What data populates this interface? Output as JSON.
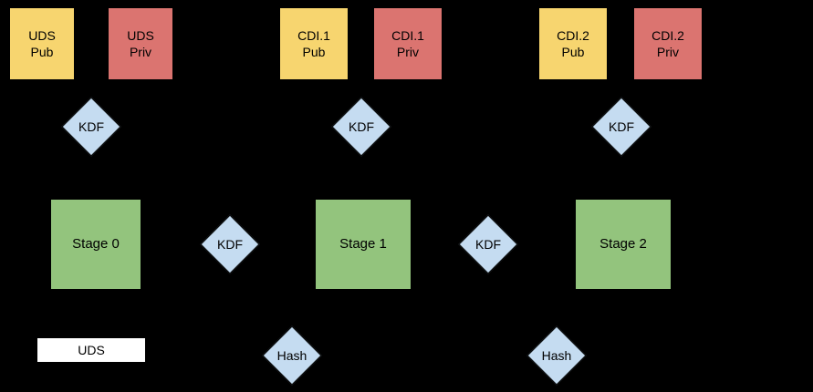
{
  "colors": {
    "background": "#000000",
    "pub_key_fill": "#F7D56F",
    "priv_key_fill": "#DB7470",
    "stage_fill": "#93C47D",
    "diamond_fill": "#C5DCF1",
    "uds_fill": "#FFFFFF",
    "text": "#000000"
  },
  "nodes": {
    "uds_pub": "UDS\nPub",
    "uds_priv": "UDS\nPriv",
    "cdi1_pub": "CDI.1\nPub",
    "cdi1_priv": "CDI.1\nPriv",
    "cdi2_pub": "CDI.2\nPub",
    "cdi2_priv": "CDI.2\nPriv",
    "kdf_uds": "KDF",
    "kdf_cdi1": "KDF",
    "kdf_cdi2": "KDF",
    "kdf_stage01": "KDF",
    "kdf_stage12": "KDF",
    "stage0": "Stage 0",
    "stage1": "Stage 1",
    "stage2": "Stage 2",
    "hash_stage0": "Hash",
    "hash_stage1": "Hash",
    "uds_source": "UDS"
  }
}
